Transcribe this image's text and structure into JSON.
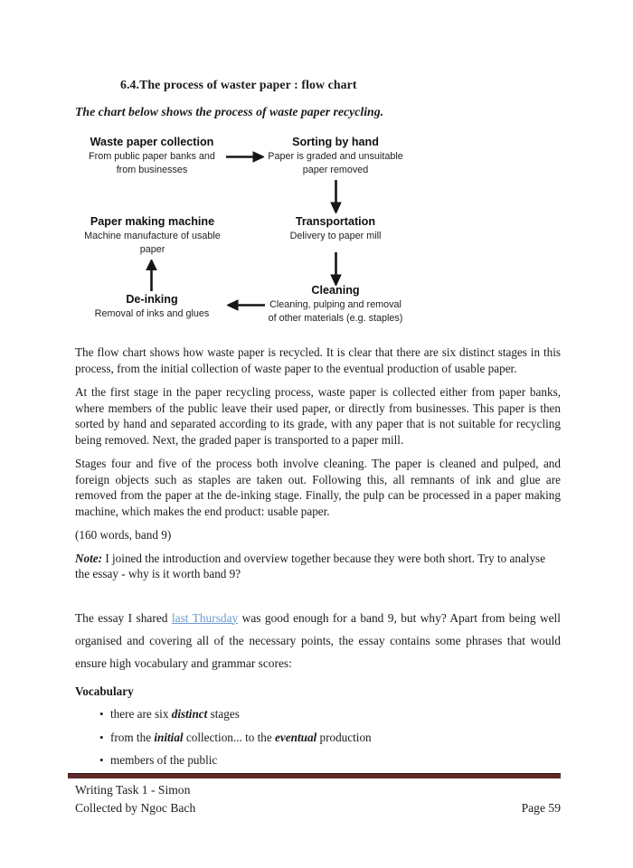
{
  "page": {
    "title": "6.4.The process of waster paper : flow chart",
    "subtitle": "The chart below shows the process of waste paper recycling."
  },
  "flowchart": {
    "nodes": [
      {
        "title": "Waste paper collection",
        "desc": "From public paper banks and\nfrom businesses"
      },
      {
        "title": "Sorting by hand",
        "desc": "Paper is graded and unsuitable\npaper removed"
      },
      {
        "title": "Paper making machine",
        "desc": "Machine manufacture of usable\npaper"
      },
      {
        "title": "Transportation",
        "desc": "Delivery to paper mill"
      },
      {
        "title": "Cleaning",
        "desc": "Cleaning, pulping and removal\nof other materials (e.g. staples)"
      },
      {
        "title": "De-inking",
        "desc": "Removal of inks and glues"
      }
    ],
    "arrows": [
      "right",
      "down",
      "down",
      "left",
      "up"
    ]
  },
  "paragraphs": [
    "The flow chart shows how waste paper is recycled. It is clear that there are six distinct stages in this process, from the initial collection of waste paper to the eventual production of usable paper.",
    "At the first stage in the paper recycling process, waste paper is collected either from paper banks, where members of the public leave their used paper, or directly from businesses. This paper is then sorted by hand and separated according to its grade, with any paper that is not suitable for recycling being removed. Next, the graded paper is transported to a paper mill.",
    "Stages four and five of the process both involve cleaning. The paper is cleaned and pulped, and foreign objects such as staples are taken out. Following this, all remnants of ink and glue are removed from the paper at the de-inking stage. Finally, the pulp can be processed in a paper making machine, which makes the end product: usable paper."
  ],
  "word_count": "(160 words, band 9)",
  "note": {
    "label": "Note:",
    "text": " I joined the introduction and overview together because they were both short. Try to analyse the essay - why is it worth band 9?"
  },
  "essay_para": {
    "pre": "The essay I shared ",
    "link": "last Thursday",
    "post": " was good enough for a band 9, but why? Apart from being well organised and covering all of the necessary points, the essay contains some phrases that would ensure high vocabulary and grammar scores:"
  },
  "vocabulary": {
    "heading": "Vocabulary",
    "bullets": [
      {
        "seg1": "there are six ",
        "em1": "distinct",
        "seg2": " stages",
        "em2": "",
        "seg3": ""
      },
      {
        "seg1": "from the ",
        "em1": "initial",
        "seg2": " collection... to the ",
        "em2": "eventual",
        "seg3": " production"
      },
      {
        "seg1": "members of the public",
        "em1": "",
        "seg2": "",
        "em2": "",
        "seg3": ""
      }
    ]
  },
  "footer": {
    "line1": "Writing Task 1 - Simon",
    "line2": "Collected by Ngoc Bach",
    "page_number": "Page 59"
  },
  "colors": {
    "link": "#6b9bd2",
    "footer_bar": "#5d2a28",
    "text": "#1b1b1b"
  }
}
